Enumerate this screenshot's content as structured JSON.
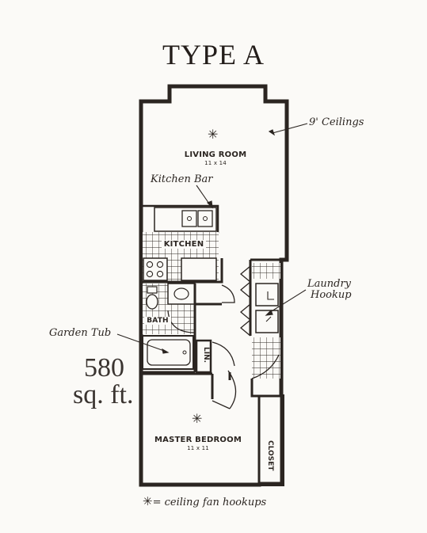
{
  "title": "TYPE A",
  "area": {
    "value": "580",
    "unit": "sq. ft."
  },
  "rooms": {
    "living": {
      "name": "LIVING ROOM",
      "dims": "11 x 14"
    },
    "kitchen": {
      "name": "KITCHEN"
    },
    "bath": {
      "name": "BATH"
    },
    "linen": {
      "name": "LIN."
    },
    "bedroom": {
      "name": "MASTER BEDROOM",
      "dims": "11 x 11"
    },
    "closet": {
      "name": "CLOSET"
    }
  },
  "callouts": {
    "ceilings": "9' Ceilings",
    "kitchen_bar": "Kitchen Bar",
    "laundry_line1": "Laundry",
    "laundry_line2": "Hookup",
    "garden_tub": "Garden Tub"
  },
  "legend": {
    "symbol": "✳",
    "text": "= ceiling fan hookups"
  },
  "fan_symbol": "✳"
}
